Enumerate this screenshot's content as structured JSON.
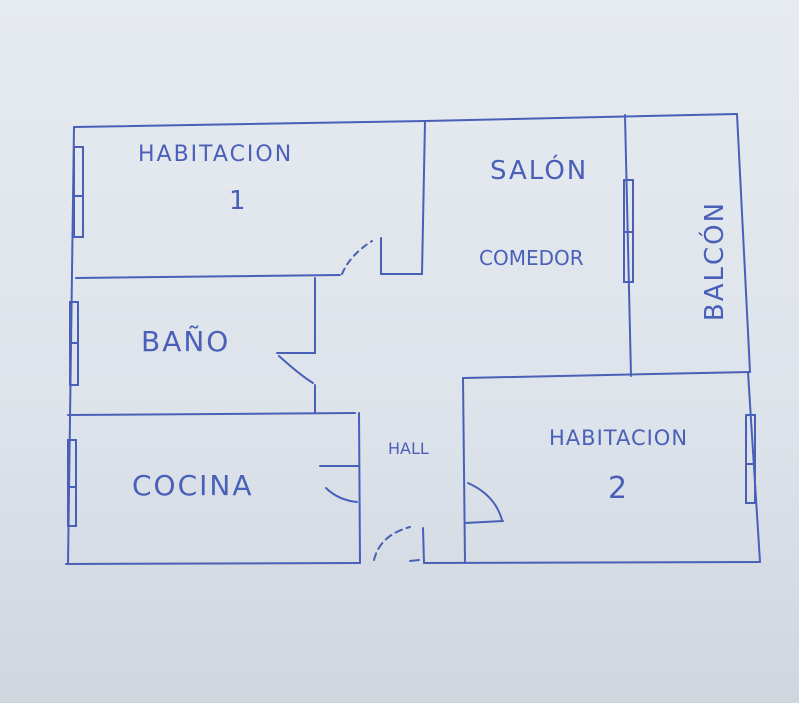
{
  "plan": {
    "ink_color": "#4a5fb8",
    "paper_color": "#e2e7ed",
    "rooms": [
      {
        "id": "habitacion-1",
        "label": "HABITACION",
        "sublabel": "1"
      },
      {
        "id": "salon-comedor",
        "label": "SALÓN",
        "sublabel": "COMEDOR"
      },
      {
        "id": "balcon",
        "label": "BALCÓN"
      },
      {
        "id": "bano",
        "label": "BAÑO"
      },
      {
        "id": "cocina",
        "label": "COCINA"
      },
      {
        "id": "hall",
        "label": "HALL"
      },
      {
        "id": "habitacion-2",
        "label": "HABITACION",
        "sublabel": "2"
      }
    ]
  }
}
